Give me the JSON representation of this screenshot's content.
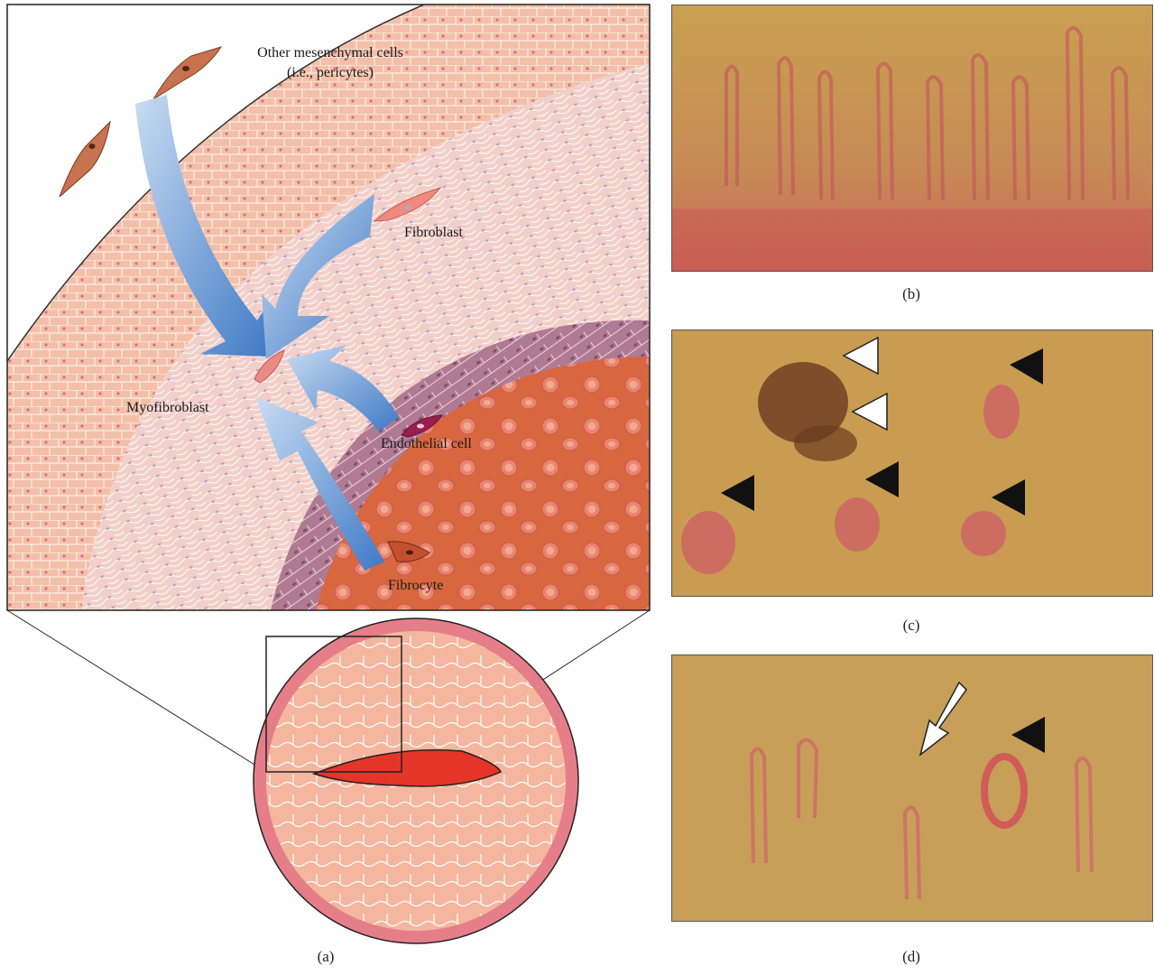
{
  "panel_labels": {
    "a": "(a)",
    "b": "(b)",
    "c": "(c)",
    "d": "(d)"
  },
  "diagram": {
    "labels": {
      "other_cells_line1": "Other mesenchymal cells",
      "other_cells_line2": "(i.e., pericytes)",
      "fibroblast": "Fibroblast",
      "myofibroblast": "Myofibroblast",
      "endothelial": "Endothelial cell",
      "fibrocyte": "Fibrocyte"
    }
  },
  "colors": {
    "tissue": "#f3c3ae",
    "tissue_light": "#f1d2cd",
    "vessel_wall": "#b37b95",
    "blood": "#d9694a",
    "rbc": "#e0806a",
    "arrow": "#5b8fcf",
    "photo_bg": "#c99a52"
  }
}
